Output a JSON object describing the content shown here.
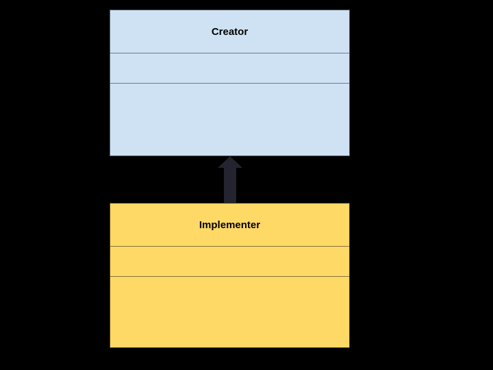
{
  "canvas": {
    "background": "#000000"
  },
  "diagram": {
    "classes": [
      {
        "name": "Creator",
        "fill": "#cfe2f3",
        "border": "#4d5866",
        "divider": "#6d7988",
        "attributes_text": "",
        "methods_text": ""
      },
      {
        "name": "Implementer",
        "fill": "#ffd966",
        "border": "#3f3517",
        "divider": "#857437",
        "attributes_text": "",
        "methods_text": ""
      }
    ],
    "arrow": {
      "kind": "block-arrow-up",
      "from": "Implementer",
      "to": "Creator",
      "color": "#232430"
    },
    "text_color": "#000000"
  }
}
